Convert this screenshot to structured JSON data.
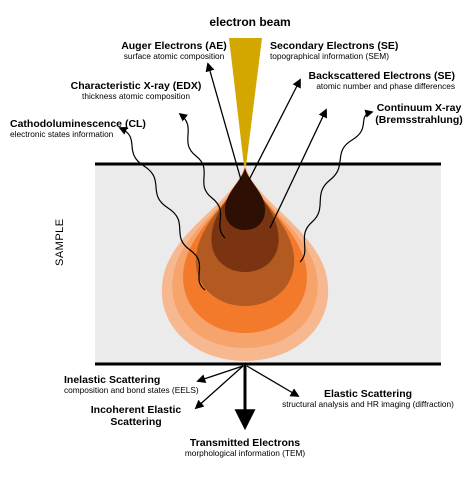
{
  "beam": {
    "label": "electron beam"
  },
  "sample": {
    "label": "SAMPLE"
  },
  "colors": {
    "beam": "#D4A600",
    "sample_fill": "#EBEBEB",
    "volume_outer": "#F7B890",
    "volume_2": "#F6A36C",
    "volume_3": "#F27A2A",
    "volume_4": "#B25A21",
    "volume_5": "#7A3411",
    "volume_core": "#2E0F04",
    "arrow": "#000000"
  },
  "signals": {
    "auger": {
      "title": "Auger Electrons (AE)",
      "subtitle": "surface atomic composition"
    },
    "secondary": {
      "title": "Secondary Electrons (SE)",
      "subtitle": "topographical information (SEM)"
    },
    "characteristic": {
      "title": "Characteristic X-ray (EDX)",
      "subtitle": "thickness atomic composition"
    },
    "backscattered": {
      "title": "Backscattered Electrons (SE)",
      "subtitle": "atomic number and phase differences"
    },
    "cathodo": {
      "title": "Cathodoluminescence (CL)",
      "subtitle": "electronic states information"
    },
    "continuum": {
      "title": "Continuum X-ray",
      "subtitle": "(Bremsstrahlung)"
    },
    "inelastic": {
      "title": "Inelastic Scattering",
      "subtitle": "composition and bond states (EELS)"
    },
    "incoherent": {
      "title": "Incoherent Elastic",
      "subtitle": "Scattering"
    },
    "elastic": {
      "title": "Elastic Scattering",
      "subtitle": "structural analysis and HR imaging (diffraction)"
    },
    "transmitted": {
      "title": "Transmitted Electrons",
      "subtitle": "morphological information (TEM)"
    }
  }
}
